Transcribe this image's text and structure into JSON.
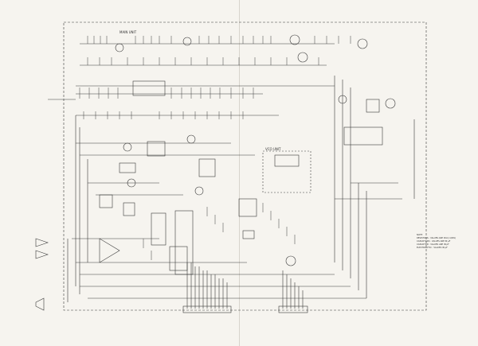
{
  "diagram": {
    "main_unit_label": "MAIN UNIT",
    "vco_unit_label": "VCO UNIT",
    "notes": [
      "NOTE",
      "RESISTORS : VALUES ARE IN Ω (1/4W)",
      "CAPACITORS : VALUES ARE IN μF",
      "CAPACITOR : VALUES ARE IN pF",
      "ELECTROLYTIC : VALUES IN μF"
    ],
    "colors": {
      "ink": "#3a3a3a",
      "paper": "#f6f4ef",
      "fold": "#d8d4cc"
    }
  }
}
